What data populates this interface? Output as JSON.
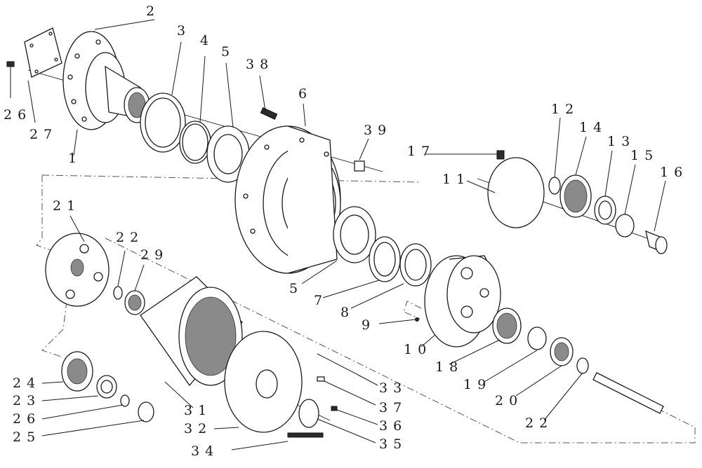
{
  "callouts": [
    {
      "id": "p2",
      "text": "2"
    },
    {
      "id": "p3",
      "text": "3"
    },
    {
      "id": "p4",
      "text": "4"
    },
    {
      "id": "p5a",
      "text": "5"
    },
    {
      "id": "p38",
      "text": "38"
    },
    {
      "id": "p6",
      "text": "6"
    },
    {
      "id": "p39",
      "text": "39"
    },
    {
      "id": "p26a",
      "text": "26"
    },
    {
      "id": "p27",
      "text": "27"
    },
    {
      "id": "p1",
      "text": "1"
    },
    {
      "id": "p12",
      "text": "12"
    },
    {
      "id": "p14",
      "text": "14"
    },
    {
      "id": "p13",
      "text": "13"
    },
    {
      "id": "p15",
      "text": "15"
    },
    {
      "id": "p17",
      "text": "17"
    },
    {
      "id": "p11",
      "text": "11"
    },
    {
      "id": "p16",
      "text": "16"
    },
    {
      "id": "p21",
      "text": "21"
    },
    {
      "id": "p22a",
      "text": "22"
    },
    {
      "id": "p29",
      "text": "29"
    },
    {
      "id": "p5b",
      "text": "5"
    },
    {
      "id": "p7",
      "text": "7"
    },
    {
      "id": "p8",
      "text": "8"
    },
    {
      "id": "p9",
      "text": "9"
    },
    {
      "id": "p10",
      "text": "10"
    },
    {
      "id": "p18",
      "text": "18"
    },
    {
      "id": "p19",
      "text": "19"
    },
    {
      "id": "p20",
      "text": "20"
    },
    {
      "id": "p22b",
      "text": "22"
    },
    {
      "id": "p24",
      "text": "24"
    },
    {
      "id": "p23",
      "text": "23"
    },
    {
      "id": "p26b",
      "text": "26"
    },
    {
      "id": "p25",
      "text": "25"
    },
    {
      "id": "p31",
      "text": "31"
    },
    {
      "id": "p32",
      "text": "32"
    },
    {
      "id": "p34",
      "text": "34"
    },
    {
      "id": "p33",
      "text": "33"
    },
    {
      "id": "p37",
      "text": "37"
    },
    {
      "id": "p36",
      "text": "36"
    },
    {
      "id": "p35",
      "text": "35"
    }
  ]
}
